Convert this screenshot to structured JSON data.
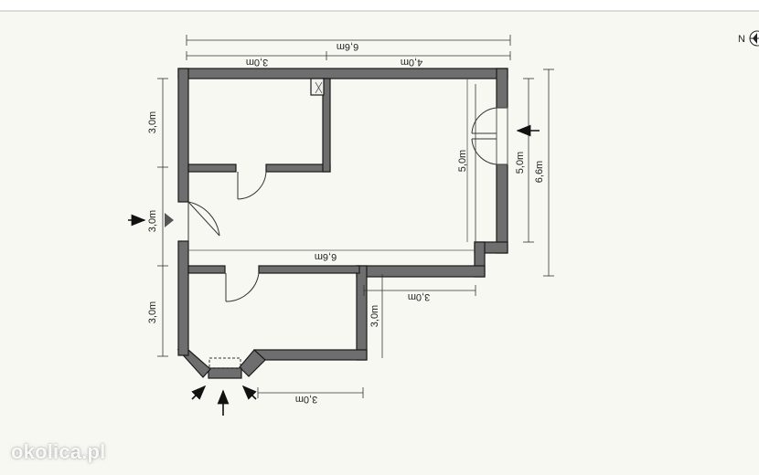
{
  "plan": {
    "compass_label": "N",
    "colors": {
      "paper": "#f8f8f3",
      "wall": "#6e6e6e",
      "wall_stroke": "#1a1a1a",
      "line": "#333333"
    },
    "dimensions": {
      "top_total": "6,6m",
      "top_left": "3,0m",
      "top_right": "4,0m",
      "left_upper": "3,0m",
      "left_middle": "3,0m",
      "left_lower": "3,0m",
      "right_inner": "5,0m",
      "right_outer": "5,0m",
      "right_total": "6,6m",
      "middle_width": "6,6m",
      "step_horizontal": "3,0m",
      "step_vertical": "3,0m",
      "bottom_bay": "3,0m"
    }
  },
  "watermark": "okolica.pl"
}
